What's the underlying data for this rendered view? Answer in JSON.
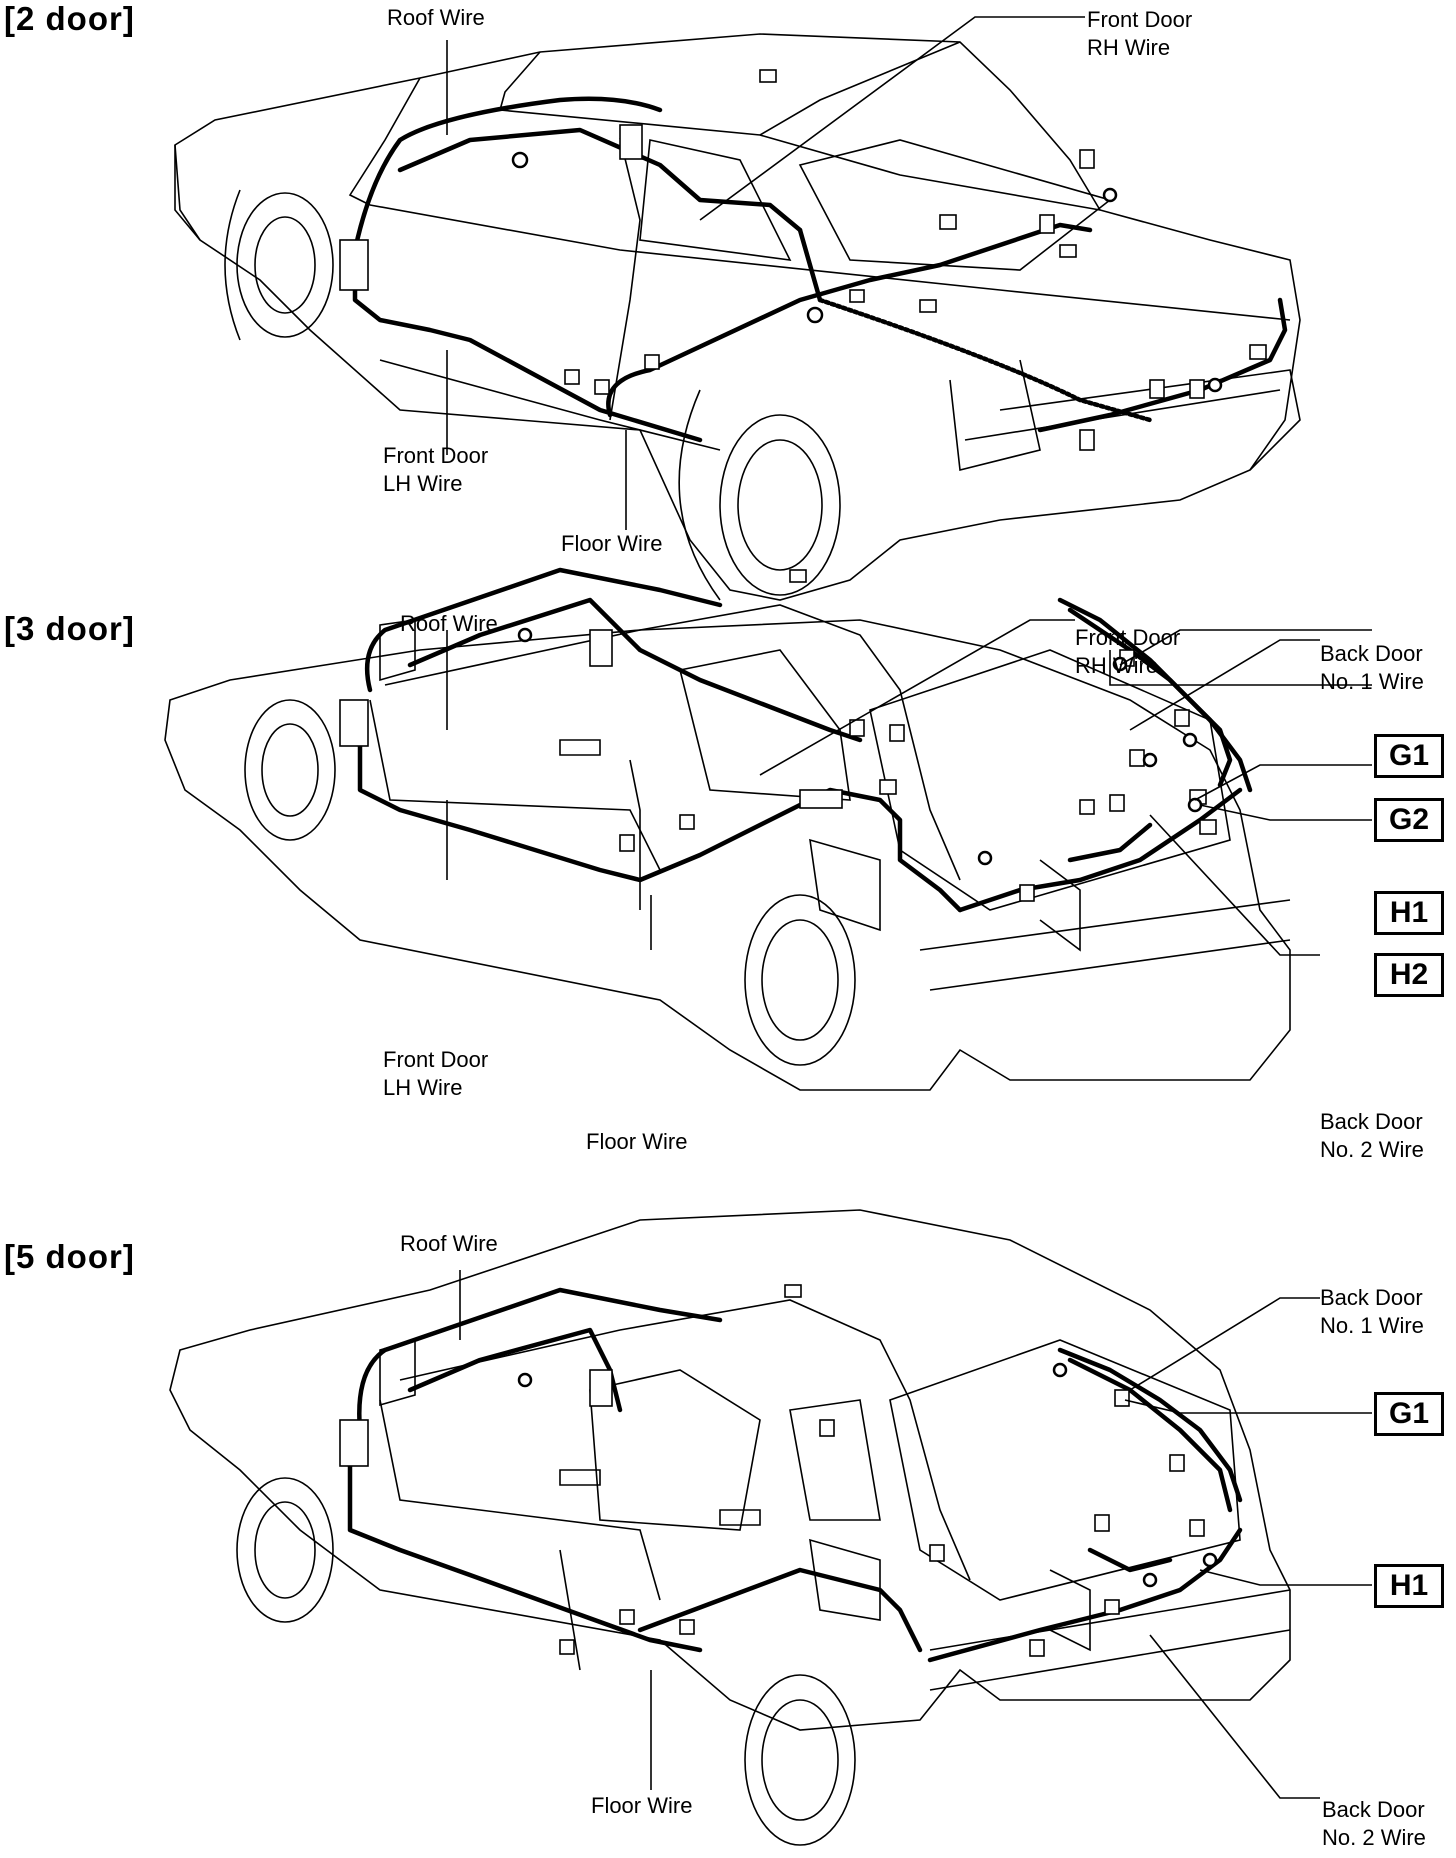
{
  "sections": [
    {
      "title": "[2 door]",
      "labels": {
        "roof": "Roof Wire",
        "front_rh": [
          "Front Door",
          "RH Wire"
        ],
        "front_lh": [
          "Front Door",
          "LH Wire"
        ],
        "floor": "Floor Wire"
      }
    },
    {
      "title": "[3 door]",
      "labels": {
        "roof": "Roof Wire",
        "front_rh": [
          "Front Door",
          "RH Wire"
        ],
        "back1": [
          "Back Door",
          "No. 1 Wire"
        ],
        "front_lh": [
          "Front Door",
          "LH Wire"
        ],
        "floor": "Floor Wire",
        "back2": [
          "Back Door",
          "No. 2 Wire"
        ]
      },
      "codes": [
        "G1",
        "G2",
        "H1",
        "H2"
      ]
    },
    {
      "title": "[5 door]",
      "labels": {
        "roof": "Roof Wire",
        "back1": [
          "Back Door",
          "No. 1 Wire"
        ],
        "floor": "Floor Wire",
        "back2": [
          "Back Door",
          "No. 2 Wire"
        ]
      },
      "codes": [
        "G1",
        "H1"
      ]
    }
  ]
}
